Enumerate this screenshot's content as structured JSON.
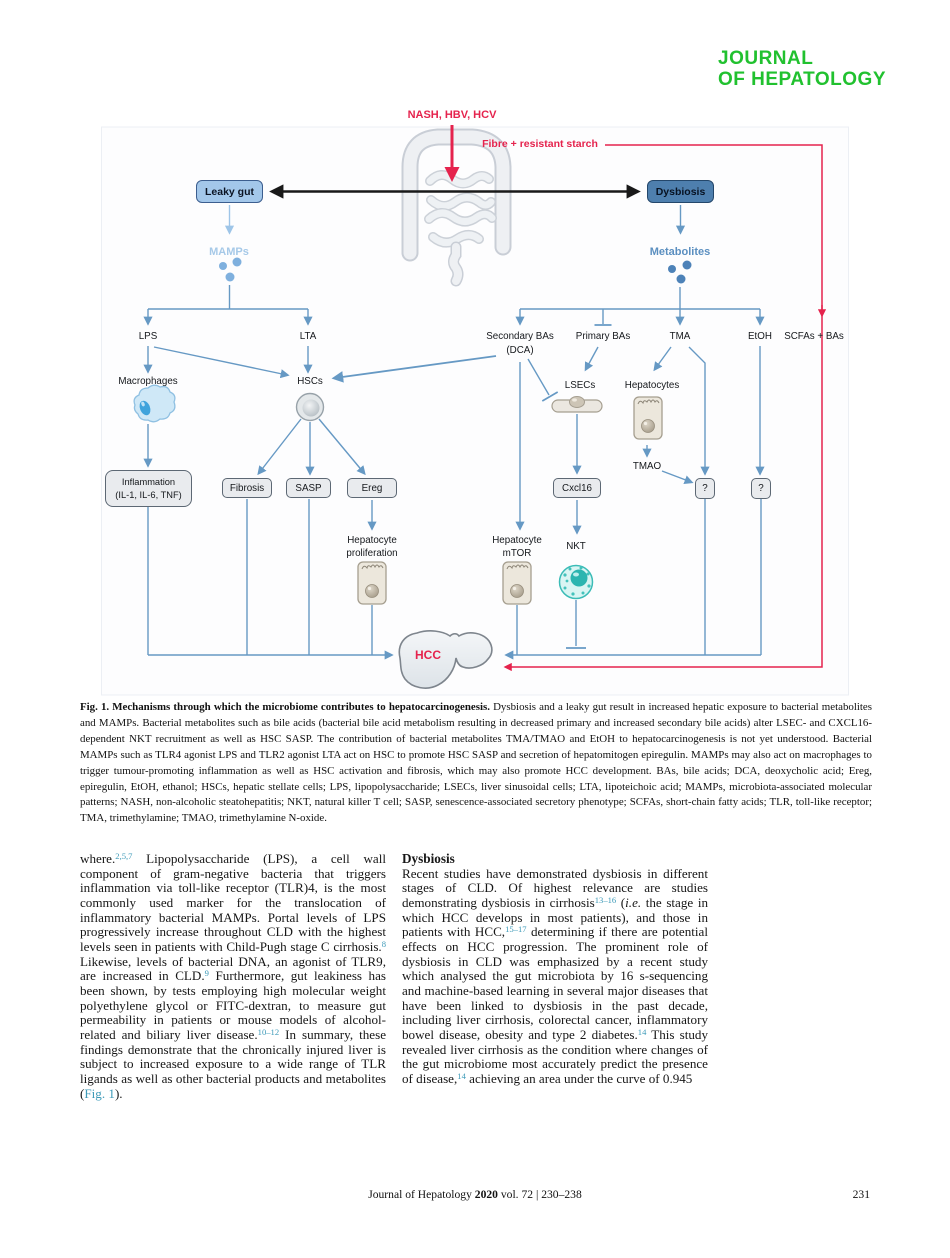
{
  "logo": {
    "line1": "JOURNAL",
    "line2": "OF HEPATOLOGY",
    "color": "#21c12f"
  },
  "figure": {
    "labels": {
      "drivers": "NASH, HBV, HCV",
      "fibre": "Fibre + resistant starch",
      "leaky_gut": "Leaky gut",
      "dysbiosis": "Dysbiosis",
      "mamps": "MAMPs",
      "metabolites": "Metabolites",
      "lps": "LPS",
      "lta": "LTA",
      "secondary_bas": "Secondary BAs",
      "secondary_bas_sub": "(DCA)",
      "primary_bas": "Primary BAs",
      "tma": "TMA",
      "etoh": "EtOH",
      "scfas": "SCFAs + BAs",
      "macrophages": "Macrophages",
      "hscs": "HSCs",
      "lsecs": "LSECs",
      "hepatocytes": "Hepatocytes",
      "tmao": "TMAO",
      "inflammation1": "Inflammation",
      "inflammation2": "(IL-1, IL-6, TNF)",
      "fibrosis": "Fibrosis",
      "sasp": "SASP",
      "ereg": "Ereg",
      "cxcl16": "Cxcl16",
      "q1": "?",
      "q2": "?",
      "hep_prolif1": "Hepatocyte",
      "hep_prolif2": "proliferation",
      "hep_mtor1": "Hepatocyte",
      "hep_mtor2": "mTOR",
      "nkt": "NKT",
      "hcc": "HCC"
    },
    "colors": {
      "arrow_blue": "#6699c4",
      "accent_red": "#e5234d",
      "leaky_gut_fill": "#a3c7ea",
      "dysbiosis_fill": "#4e7fae",
      "mamps_text": "#a6c9e8",
      "metabolites_text": "#5b8fc0"
    }
  },
  "caption": {
    "runs": [
      {
        "t": "Fig. 1. Mechanisms through which the microbiome contributes to hepatocarcinogenesis.",
        "b": true
      },
      {
        "t": " Dysbiosis and a leaky gut result in increased hepatic exposure to bacterial metabolites and MAMPs. Bacterial metabolites such as bile acids (bacterial bile acid metabolism resulting in decreased primary and increased secondary bile acids) alter LSEC- and CXCL16-dependent NKT recruitment as well as HSC SASP. The contribution of bacterial metabolites TMA/TMAO and EtOH to hepatocarcinogenesis is not yet understood. Bacterial MAMPs such as TLR4 agonist LPS and TLR2 agonist LTA act on HSC to promote HSC SASP and secretion of hepatomitogen epiregulin. MAMPs may also act on macrophages to trigger tumour-promoting inflammation as well as HSC activation and fibrosis, which may also promote HCC development. BAs, bile acids; DCA, deoxycholic acid; Ereg, epiregulin, EtOH, ethanol; HSCs, hepatic stellate cells; LPS, lipopolysaccharide; LSECs, liver sinusoidal cells; LTA, lipoteichoic acid; MAMPs, microbiota-associated molecular patterns; NASH, non-alcoholic steatohepatitis; NKT, natural killer T cell; SASP, senescence-associated secretory phenotype; SCFAs, short-chain fatty acids; TLR, toll-like receptor; TMA, trimethylamine; TMAO, trimethylamine N-oxide."
      }
    ]
  },
  "body": {
    "left": {
      "runs": [
        {
          "t": "where."
        },
        {
          "t": "2,5,7",
          "sup": true
        },
        {
          "t": " Lipopolysaccharide (LPS), a cell wall component of gram-negative bacteria that triggers inflammation via toll-like receptor (TLR)4, is the most commonly used marker for the translocation of inflammatory bacterial MAMPs. Portal levels of LPS progressively increase throughout CLD with the highest levels seen in patients with Child-Pugh stage C cirrhosis."
        },
        {
          "t": "8",
          "sup": true
        },
        {
          "t": " Likewise, levels of bacterial DNA, an agonist of TLR9, are increased in CLD."
        },
        {
          "t": "9",
          "sup": true
        },
        {
          "t": " Furthermore, gut leakiness has been shown, by tests employing high molecular weight polyethylene glycol or FITC-dextran, to measure gut permeability in patients or mouse models of alcohol-related and biliary liver disease."
        },
        {
          "t": "10–12",
          "sup": true
        },
        {
          "t": " In summary, these findings demonstrate that the chronically injured liver is subject to increased exposure to a wide range of TLR ligands as well as other bacterial products and metabolites ("
        },
        {
          "t": "Fig. 1",
          "link": true
        },
        {
          "t": ")."
        }
      ]
    },
    "right": {
      "heading": "Dysbiosis",
      "runs": [
        {
          "t": "Recent studies have demonstrated dysbiosis in different stages of CLD. Of highest relevance are studies demonstrating dysbiosis in cirrhosis"
        },
        {
          "t": "13–16",
          "sup": true
        },
        {
          "t": " ("
        },
        {
          "t": "i.e.",
          "i": true
        },
        {
          "t": " the stage in which HCC develops in most patients), and those in patients with HCC,"
        },
        {
          "t": "15–17",
          "sup": true
        },
        {
          "t": " determining if there are potential effects on HCC progression. The prominent role of dysbiosis in CLD was emphasized by a recent study which analysed the gut microbiota by 16 s-sequencing and machine-based learning in several major diseases that have been linked to dysbiosis in the past decade, including liver cirrhosis, colorectal cancer, inflammatory bowel disease, obesity and type 2 diabetes."
        },
        {
          "t": "14",
          "sup": true
        },
        {
          "t": " This study revealed liver cirrhosis as the condition where changes of the gut microbiome most accurately predict the presence of disease,"
        },
        {
          "t": "14",
          "sup": true
        },
        {
          "t": " achieving an area under the curve of 0.945"
        }
      ]
    }
  },
  "footer": {
    "runs": [
      {
        "t": "Journal of Hepatology "
      },
      {
        "t": "2020",
        "b": true
      },
      {
        "t": " vol. 72 | 230–238"
      }
    ],
    "page": "231"
  }
}
